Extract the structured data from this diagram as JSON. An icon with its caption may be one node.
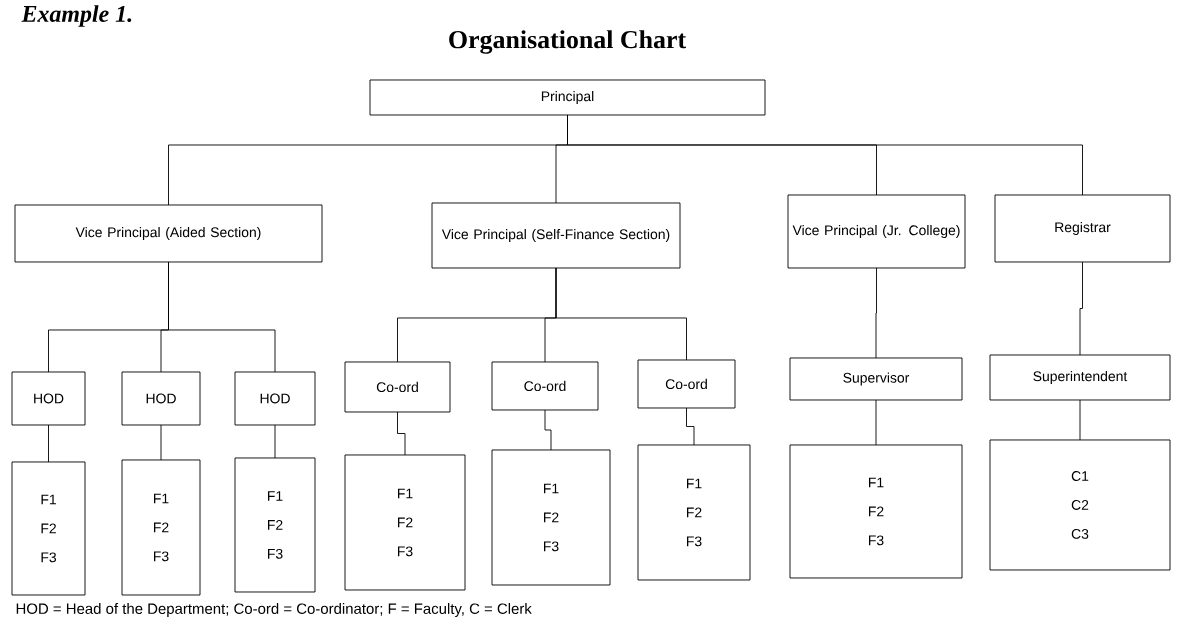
{
  "diagram": {
    "title": "Organisational Chart",
    "nodes": [
      {
        "text": [
          "Principal"
        ]
      },
      {
        "text": [
          "Vice Principal (Aided Section)"
        ]
      },
      {
        "text": [
          "Vice Principal (Self-Finance Section)"
        ]
      },
      {
        "text": [
          "Vice Principal (Jr. College)"
        ]
      },
      {
        "text": [
          "Registrar"
        ]
      },
      {
        "text": [
          "HOD"
        ]
      },
      {
        "text": [
          "HOD"
        ]
      },
      {
        "text": [
          "HOD"
        ]
      },
      {
        "text": [
          "Co-ord"
        ]
      },
      {
        "text": [
          "Co-ord"
        ]
      },
      {
        "text": [
          "Co-ord"
        ]
      },
      {
        "text": [
          "Supervisor"
        ]
      },
      {
        "text": [
          "Superintendent"
        ]
      },
      {
        "text": [
          "F1",
          "F2",
          "F3"
        ]
      },
      {
        "text": [
          "F1",
          "F2",
          "F3"
        ]
      },
      {
        "text": [
          "F1",
          "F2",
          "F3"
        ]
      },
      {
        "text": [
          "F1",
          "F2",
          "F3"
        ]
      },
      {
        "text": [
          "F1",
          "F2",
          "F3"
        ]
      },
      {
        "text": [
          "F1",
          "F2",
          "F3"
        ]
      },
      {
        "text": [
          "F1",
          "F2",
          "F3"
        ]
      },
      {
        "text": [
          "C1",
          "C2",
          "C3"
        ]
      }
    ],
    "edges": [
      {
        "from": 0,
        "to": 1,
        "arrow": "none"
      },
      {
        "from": 0,
        "to": 2,
        "arrow": "none"
      },
      {
        "from": 0,
        "to": 3,
        "arrow": "none"
      },
      {
        "from": 0,
        "to": 4,
        "arrow": "none"
      },
      {
        "from": 1,
        "to": 5,
        "arrow": "none"
      },
      {
        "from": 1,
        "to": 6,
        "arrow": "none"
      },
      {
        "from": 1,
        "to": 7,
        "arrow": "none"
      },
      {
        "from": 2,
        "to": 8,
        "arrow": "none"
      },
      {
        "from": 2,
        "to": 9,
        "arrow": "none"
      },
      {
        "from": 2,
        "to": 10,
        "arrow": "none"
      },
      {
        "from": 3,
        "to": 11,
        "arrow": "none"
      },
      {
        "from": 4,
        "to": 12,
        "arrow": "none"
      },
      {
        "from": 5,
        "to": 13,
        "arrow": "none"
      },
      {
        "from": 6,
        "to": 14,
        "arrow": "none"
      },
      {
        "from": 7,
        "to": 15,
        "arrow": "none"
      },
      {
        "from": 8,
        "to": 16,
        "arrow": "none"
      },
      {
        "from": 9,
        "to": 17,
        "arrow": "none"
      },
      {
        "from": 10,
        "to": 18,
        "arrow": "none"
      },
      {
        "from": 11,
        "to": 19,
        "arrow": "none"
      },
      {
        "from": 12,
        "to": 20,
        "arrow": "none"
      }
    ],
    "labels": [
      "Example 1.",
      "HOD = Head of the Department; Co-ord = Co-ordinator; F = Faculty, C = Clerk"
    ]
  }
}
